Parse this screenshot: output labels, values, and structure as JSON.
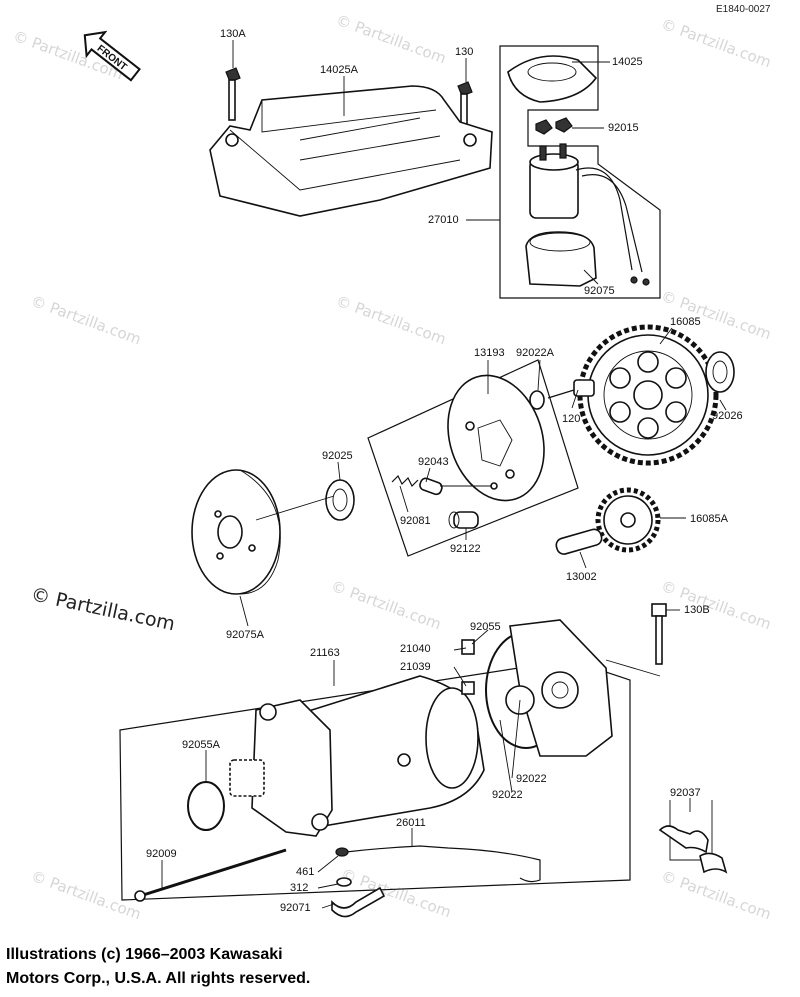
{
  "diagram_code": "E1840-0027",
  "front_badge": "FRONT",
  "watermarks": {
    "repeat_text": "© Partzilla.com",
    "main_text": "© Partzilla.com"
  },
  "labels": {
    "p130A": "130A",
    "p14025A": "14025A",
    "p130": "130",
    "p14025": "14025",
    "p92015": "92015",
    "p27010": "27010",
    "p92075": "92075",
    "p13193": "13193",
    "p92022A": "92022A",
    "p16085": "16085",
    "p120": "120",
    "p92026": "92026",
    "p92025": "92025",
    "p92043": "92043",
    "p92081": "92081",
    "p92122": "92122",
    "p16085A": "16085A",
    "p13002": "13002",
    "p92075A": "92075A",
    "p21163": "21163",
    "p92055": "92055",
    "p21040": "21040",
    "p21039": "21039",
    "p130B": "130B",
    "p92055A": "92055A",
    "p92022a": "92022",
    "p92022b": "92022",
    "p26011": "26011",
    "p92037": "92037",
    "p92009": "92009",
    "p461": "461",
    "p312": "312",
    "p92071": "92071"
  },
  "copyright": {
    "line1": "Illustrations (c) 1966–2003 Kawasaki",
    "line2": "Motors Corp., U.S.A.  All rights reserved."
  }
}
